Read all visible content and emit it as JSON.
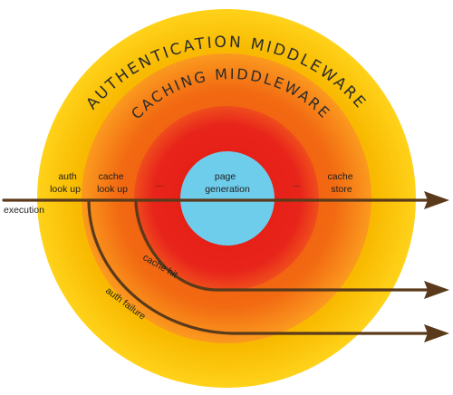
{
  "diagram": {
    "outer_title": "AUTHENTICATION MIDDLEWARE",
    "inner_title": "CACHING MIDDLEWARE",
    "core_label_line1": "page",
    "core_label_line2": "generation",
    "labels": {
      "auth_look_up_line1": "auth",
      "auth_look_up_line2": "look up",
      "cache_look_up_line1": "cache",
      "cache_look_up_line2": "look up",
      "ellipsis_left": "...",
      "ellipsis_right": "...",
      "cache_store_line1": "cache",
      "cache_store_line2": "store",
      "execution": "execution",
      "cache_hit": "cache hit",
      "auth_failure": "auth failure"
    },
    "colors": {
      "authentication_ring": "#f6b900",
      "caching_ring": "#f26a12",
      "inner_ring": "#e8251b",
      "core": "#6fcdec",
      "arrows": "#5a3a1a"
    }
  }
}
